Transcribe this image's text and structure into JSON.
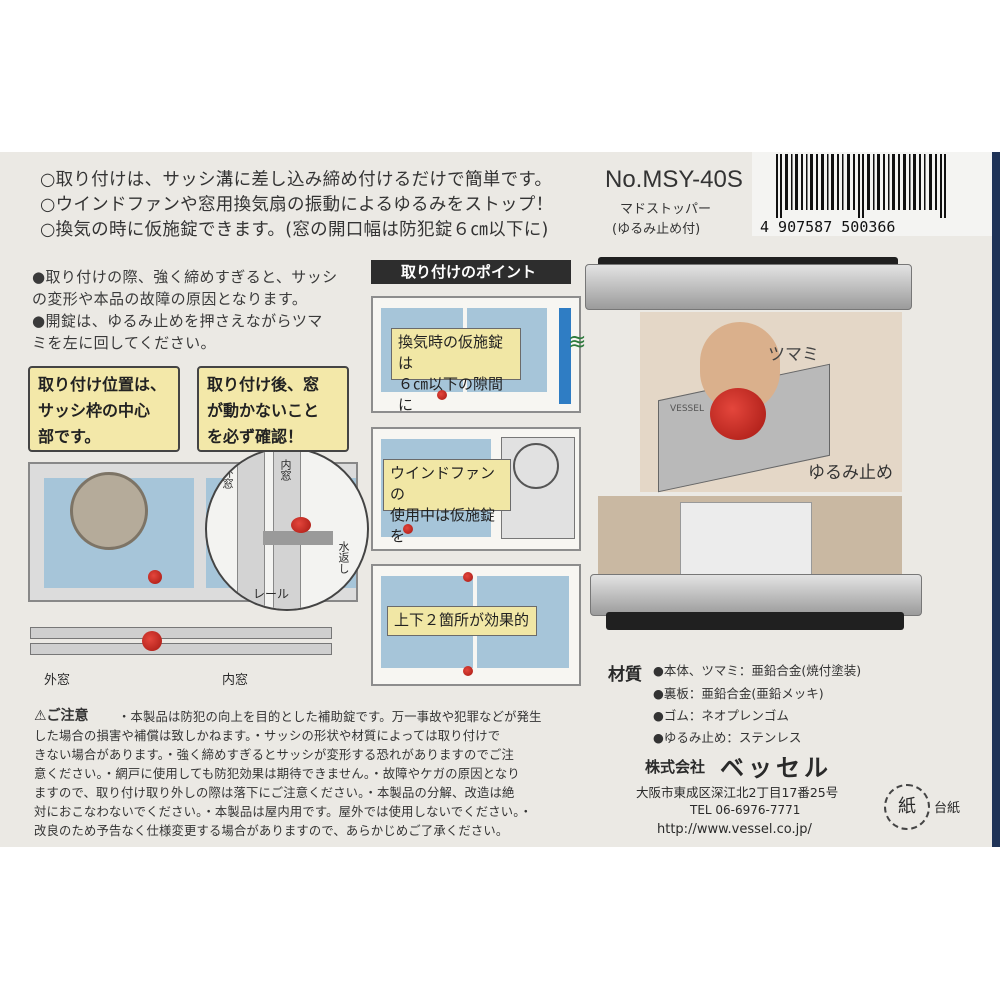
{
  "features": [
    "○取り付けは、サッシ溝に差し込み締め付けるだけで簡単です。",
    "○ウインドファンや窓用換気扇の振動によるゆるみをストップ！",
    "○換気の時に仮施錠できます。(窓の開口幅は防犯錠６㎝以下に)"
  ],
  "product": {
    "model": "No.MSY-40S",
    "name": "マドストッパー",
    "subtitle": "(ゆるみ止め付)",
    "barcode": "4 907587 500366"
  },
  "notes": [
    "●取り付けの際、強く締めすぎると、サッシ",
    "の変形や本品の故障の原因となります。",
    "●開錠は、ゆるみ止めを押さえながらツマ",
    "ミを左に回してください。"
  ],
  "point_heading": "取り付けのポイント",
  "panels": {
    "vent": [
      "換気時の仮施錠は",
      "６㎝以下の隙間に"
    ],
    "fan": [
      "ウインドファンの",
      "使用中は仮施錠を"
    ],
    "two_places": "上下２箇所が効果的"
  },
  "callouts": {
    "position": [
      "取り付け位置は、",
      "サッシ枠の中心",
      "部です。"
    ],
    "after": [
      "取り付け後、窓",
      "が動かないこと",
      "を必ず確認！"
    ]
  },
  "labels": {
    "outer_window": "外窓",
    "inner_window": "内窓",
    "rail": "レール",
    "water_stop": "水返し",
    "tsumami": "ツマミ",
    "yurumi_dome": "ゆるみ止め",
    "product_brand": "VESSEL"
  },
  "caution": {
    "heading": "⚠ご注意",
    "lines": [
      "・本製品は防犯の向上を目的とした補助錠です。万一事故や犯罪などが発生",
      "した場合の損害や補償は致しかねます。・サッシの形状や材質によっては取り付けで",
      "きない場合があります。・強く締めすぎるとサッシが変形する恐れがありますのでご注",
      "意ください。・網戸に使用しても防犯効果は期待できません。・故障やケガの原因となり",
      "ますので、取り付け取り外しの際は落下にご注意ください。・本製品の分解、改造は絶",
      "対におこなわないでください。・本製品は屋内用です。屋外では使用しないでください。・",
      "改良のため予告なく仕様変更する場合がありますので、あらかじめご了承ください。"
    ]
  },
  "materials": {
    "heading": "材質",
    "items": [
      "●本体、ツマミ：亜鉛合金(焼付塗装)",
      "●裏板：亜鉛合金(亜鉛メッキ)",
      "●ゴム：ネオプレンゴム",
      "●ゆるみ止め：ステンレス"
    ]
  },
  "company": {
    "name_prefix": "株式会社",
    "name": "ベッセル",
    "address": "大阪市東成区深江北2丁目17番25号",
    "tel": "TEL 06-6976-7771",
    "url": "http://www.vessel.co.jp/",
    "recycle_mark": "紙",
    "recycle_label": "台紙"
  },
  "colors": {
    "card": "#ebe9e4",
    "glass": "#a6c5d9",
    "callout": "#f3e8a9",
    "accent_red": "#c62a22",
    "navy": "#1f3357"
  }
}
